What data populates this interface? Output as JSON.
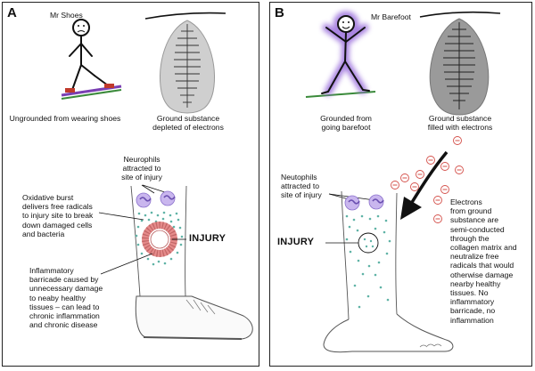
{
  "panel_a": {
    "letter": "A",
    "person_name": "Mr Shoes",
    "person_caption": "Ungrounded from wearing shoes",
    "substance_caption": [
      "Ground substance",
      "depleted of electrons"
    ],
    "neutrophil_label": [
      "Neurophils",
      "attracted to",
      "site of injury"
    ],
    "oxidative_label": [
      "Oxidative burst",
      "delivers free radicals",
      "to injury site to break",
      "down damaged cells",
      "and bacteria"
    ],
    "injury_label": "INJURY",
    "barricade_label": [
      "Inflammatory",
      "barricade caused by",
      "unnecessary damage",
      "to neaby healthy",
      "tissues – can lead to",
      "chronic inflammation",
      "and chronic disease"
    ]
  },
  "panel_b": {
    "letter": "B",
    "person_name": "Mr Barefoot",
    "person_caption": [
      "Grounded from",
      "going barefoot"
    ],
    "substance_caption": [
      "Ground substance",
      "filled with electrons"
    ],
    "neutrophil_label": [
      "Neutophils",
      "attracted to",
      "site of injury"
    ],
    "injury_label": "INJURY",
    "electron_label": [
      "Electrons",
      "from ground",
      "substance are",
      "semi-conducted",
      "through the",
      "collagen matrix and",
      "neutralize free",
      "radicals that would",
      "otherwise damage",
      "nearby healthy",
      "tissues. No",
      "inflammatory",
      "barricade, no",
      "inflammation"
    ],
    "electron_symbol": "⊖"
  },
  "colors": {
    "neutrophil": "#c9b6ee",
    "neutrophil_nucleus": "#7a5fc0",
    "dots": "#5fb3a6",
    "injury_ring": "#e58a8a",
    "electron": "#d4504a",
    "aura": "#9b6fdc",
    "ground": "#3a8a3a"
  }
}
